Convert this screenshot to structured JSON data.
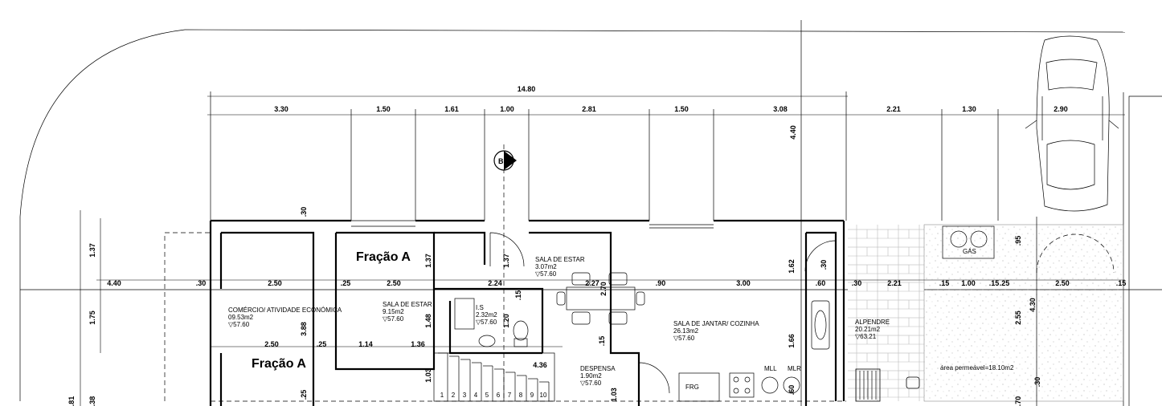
{
  "top_dimensions": {
    "overall": "14.80",
    "segments": [
      "3.30",
      "1.50",
      "1.61",
      "1.00",
      "2.81",
      "1.50",
      "3.08",
      "2.21",
      "1.30",
      "2.90"
    ],
    "right_vertical": "4.40"
  },
  "section_marker": "B",
  "middle_dimensions": [
    "4.40",
    ".30",
    "2.50",
    ".25",
    "2.50",
    "2.24",
    "2.27",
    ".90",
    "3.00",
    ".60",
    ".30",
    "2.21",
    ".15",
    "1.00",
    ".15",
    ".25",
    "2.50",
    ".15"
  ],
  "lower_dimensions": [
    "2.50",
    ".25",
    "1.14",
    "1.36",
    "4.36"
  ],
  "vertical_dimensions": [
    "1.37",
    "1.75",
    ".30",
    "3.88",
    "1.37",
    "1.48",
    "1.37",
    "1.20",
    ".15",
    "2.70",
    ".15",
    "1.03",
    "1.03",
    "1.62",
    ".30",
    "1.66",
    ".30",
    ".95",
    "2.55",
    "4.30",
    ".70",
    ".25",
    ".60",
    ".81",
    ".38"
  ],
  "fracao_labels": [
    "Fração A",
    "Fração A"
  ],
  "rooms": [
    {
      "name": "COMÉRCIO/ ATIVIDADE ECONÓMICA",
      "area": "09.53m2",
      "level": "▽57.60"
    },
    {
      "name": "SALA DE ESTAR",
      "area": "9.15m2",
      "level": "▽57.60"
    },
    {
      "name": "I.S",
      "area": "2.32m2",
      "level": "▽57.60"
    },
    {
      "name": "SALA DE ESTAR",
      "area": "3.07m2",
      "level": "▽57.60"
    },
    {
      "name": "DESPENSA",
      "area": "1.90m2",
      "level": "▽57.60"
    },
    {
      "name": "SALA DE JANTAR/ COZINHA",
      "area": "26.13m2",
      "level": "▽57.60"
    },
    {
      "name": "ALPENDRE",
      "area": "20.21m2",
      "level": "▽63.21"
    }
  ],
  "fixtures": {
    "fridge": "FRG",
    "mll": "MLL",
    "mlr": "MLR",
    "gas": "GÁS"
  },
  "stair_numbers": [
    "1",
    "2",
    "3",
    "4",
    "5",
    "6",
    "7",
    "8",
    "9",
    "10"
  ],
  "permeable_area": "área permeável=18.10m2"
}
